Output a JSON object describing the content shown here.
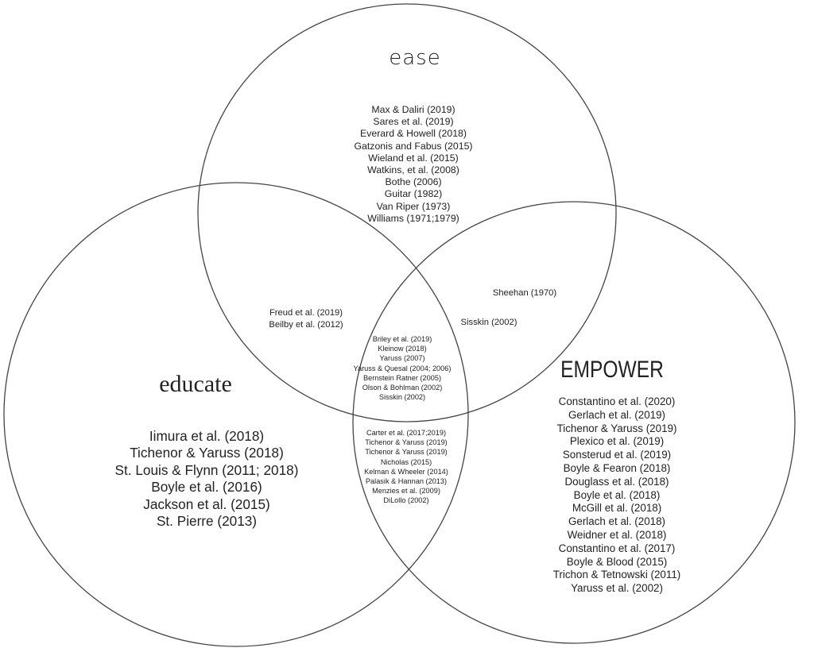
{
  "sets": {
    "ease": {
      "title": "ease",
      "only": [
        "Max & Daliri (2019)",
        "Sares et al. (2019)",
        "Everard & Howell (2018)",
        "Gatzonis and Fabus (2015)",
        "Wieland et al. (2015)",
        "Watkins, et al. (2008)",
        "Bothe (2006)",
        "Guitar (1982)",
        "Van Riper (1973)",
        "Williams (1971;1979)"
      ]
    },
    "educate": {
      "title": "educate",
      "only": [
        "Iimura et al. (2018)",
        "Tichenor & Yaruss (2018)",
        "St. Louis & Flynn (2011; 2018)",
        "Boyle et al. (2016)",
        "Jackson et al. (2015)",
        "St. Pierre (2013)"
      ]
    },
    "empower": {
      "title": "EMPOWER",
      "only": [
        "Constantino et al. (2020)",
        "Gerlach et al. (2019)",
        "Tichenor & Yaruss (2019)",
        "Plexico et al. (2019)",
        "Sonsterud et al. (2019)",
        "Boyle & Fearon (2018)",
        "Douglass et al. (2018)",
        "Boyle et al. (2018)",
        "McGill et al. (2018)",
        "Gerlach et al. (2018)",
        "Weidner et al. (2018)",
        "Constantino et al. (2017)",
        "Boyle & Blood (2015)",
        "Trichon & Tetnowski (2011)",
        "Yaruss et al. (2002)"
      ]
    }
  },
  "overlaps": {
    "ease_educate": [
      "Freud et al. (2019)",
      "Beilby  et al. (2012)"
    ],
    "ease_empower_outer": [
      "Sheehan (1970)"
    ],
    "ease_empower": [
      "Sisskin (2002)"
    ],
    "all_three": [
      "Briley et al. (2019)",
      "Kleinow (2018)",
      "Yaruss (2007)",
      "Yaruss & Quesal (2004; 2006)",
      "Bernstein Ratner (2005)",
      "Olson & Bohlman (2002)",
      "Sisskin (2002)"
    ],
    "educate_empower": [
      "Carter et al. (2017;2019)",
      "Tichenor & Yaruss (2019)",
      "Tichenor & Yaruss (2019)",
      "Nicholas (2015)",
      "Kelman & Wheeler (2014)",
      "Palasik & Hannan (2013)",
      "Menzies et al. (2009)",
      "DiLollo (2002)"
    ]
  },
  "colors": {
    "outline": "#444444",
    "text": "#222222"
  }
}
